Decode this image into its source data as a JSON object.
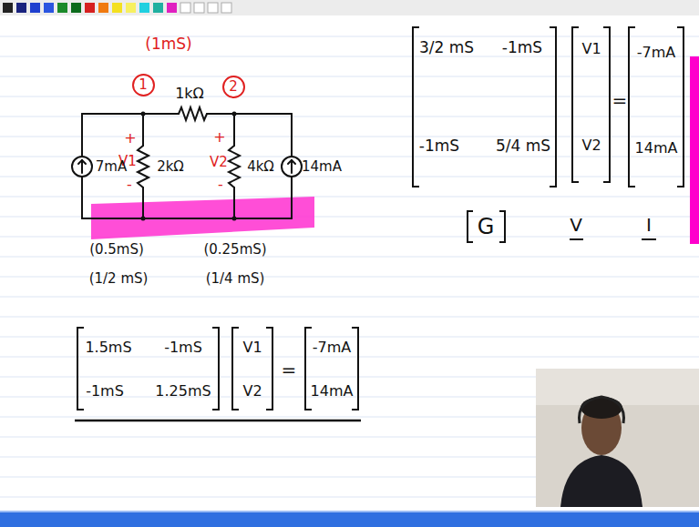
{
  "diagram": {
    "nodes": [
      {
        "text": [
          "1"
        ]
      },
      {
        "text": [
          "2"
        ]
      }
    ],
    "labels": [
      "(1mS)",
      "1kΩ",
      "+",
      "V1",
      "-",
      "+",
      "V2",
      "-",
      "7mA",
      "2kΩ",
      "4kΩ",
      "14mA",
      "(0.5mS)",
      "(0.25mS)",
      "(1/2 mS)",
      "(1/4 mS)",
      "3/2 mS",
      "-1mS",
      "-1mS",
      "5/4 mS",
      "V1",
      "V2",
      "=",
      "-7mA",
      "14mA",
      "G",
      "V",
      "I",
      "1.5mS",
      "-1mS",
      "-1mS",
      "1.25mS",
      "V1",
      "V2",
      "=",
      "-7mA",
      "14mA"
    ]
  }
}
